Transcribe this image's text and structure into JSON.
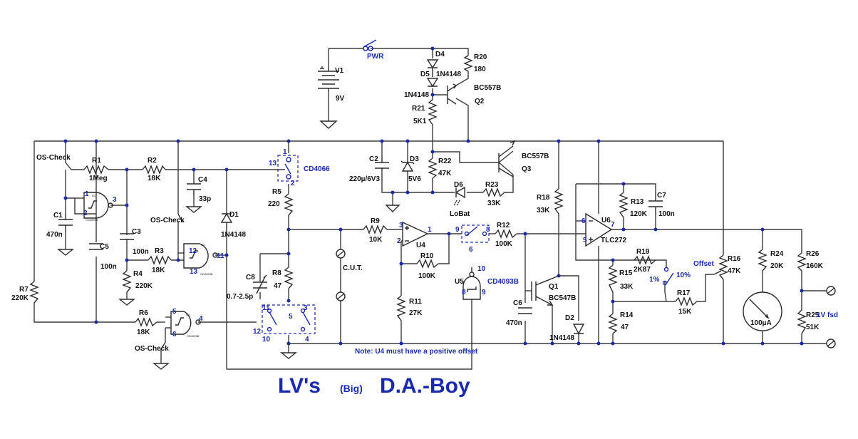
{
  "title": {
    "part1": "LV's",
    "part2": "(Big)",
    "part3": "D.A.-Boy"
  },
  "note": "Note: U4 must have a positive offset",
  "pwr": "PWR",
  "v1": {
    "ref": "V1",
    "val": "9V"
  },
  "d4": {
    "ref": "D4",
    "val": "1N4148"
  },
  "d5": {
    "ref": "D5",
    "val": "1N4148"
  },
  "r20": {
    "ref": "R20",
    "val": "180"
  },
  "q2": {
    "type": "BC557B",
    "ref": "Q2"
  },
  "r21": {
    "ref": "R21",
    "val": "5K1"
  },
  "c2": {
    "ref": "C2",
    "val": "220µ/6V3"
  },
  "d3": {
    "ref": "D3",
    "val": "5V6"
  },
  "r22": {
    "ref": "R22",
    "val": "47K"
  },
  "q3": {
    "type": "BC557B",
    "ref": "Q3"
  },
  "d6": {
    "ref": "D6",
    "label": "LoBat"
  },
  "r23": {
    "ref": "R23",
    "val": "33K"
  },
  "oscheck": "OS-Check",
  "r1": {
    "ref": "R1",
    "val": "1Meg"
  },
  "r2": {
    "ref": "R2",
    "val": "18K"
  },
  "c4": {
    "ref": "C4",
    "val": "33p"
  },
  "c1": {
    "ref": "C1",
    "val": "470n"
  },
  "c3": {
    "ref": "C3",
    "val": "100n"
  },
  "c5": {
    "ref": "C5",
    "val": "100n"
  },
  "r3": {
    "ref": "R3",
    "val": "18K"
  },
  "r4": {
    "ref": "R4",
    "val": "220K"
  },
  "r7": {
    "ref": "R7",
    "val": "220K"
  },
  "r6": {
    "ref": "R6",
    "val": "18K"
  },
  "d1": {
    "ref": "D1",
    "val": "1N4148"
  },
  "cd4066": "CD4066",
  "r5": {
    "ref": "R5",
    "val": "220"
  },
  "r8": {
    "ref": "R8",
    "val": "47"
  },
  "c8": {
    "ref": "C8",
    "val": "0.7-2.5p"
  },
  "r9": {
    "ref": "R9",
    "val": "10K"
  },
  "u4": "U4",
  "r10": {
    "ref": "R10",
    "val": "100K"
  },
  "r11": {
    "ref": "R11",
    "val": "27K"
  },
  "cut": "C.U.T.",
  "u5": {
    "ref": "U5",
    "val": "CD4093B"
  },
  "r12": {
    "ref": "R12",
    "val": "100K"
  },
  "c6": {
    "ref": "C6",
    "val": "470n"
  },
  "q1": {
    "ref": "Q1",
    "type": "BC547B"
  },
  "d2": {
    "ref": "D2",
    "val": "1N4148"
  },
  "r18": {
    "ref": "R18",
    "val": "33K"
  },
  "u6": {
    "ref": "U6",
    "val": "TLC272"
  },
  "r13": {
    "ref": "R13",
    "val": "120K"
  },
  "c7": {
    "ref": "C7",
    "val": "100n"
  },
  "r19": {
    "ref": "R19",
    "val": "2K87"
  },
  "sw": {
    "pct1": "1%",
    "pct10": "10%"
  },
  "r15": {
    "ref": "R15",
    "val": "33K"
  },
  "r17": {
    "ref": "R17",
    "val": "15K"
  },
  "r14": {
    "ref": "R14",
    "val": "47"
  },
  "offset": "Offset",
  "r16": {
    "ref": "R16",
    "val": "47K"
  },
  "r24": {
    "ref": "R24",
    "val": "20K"
  },
  "r26": {
    "ref": "R26",
    "val": "160K"
  },
  "r25": {
    "ref": "R25",
    "val": "51K"
  },
  "meter": "100µA",
  "fsd": "1V fsd",
  "chip": "CD4093B",
  "u1": "U1",
  "u2": "U2",
  "u3": "U3",
  "pins": {
    "p1": "1",
    "p2": "2",
    "p3": "3",
    "p4": "4",
    "p5": "5",
    "p6": "6",
    "p7": "7",
    "p8": "8",
    "p9": "9",
    "p10": "10",
    "p11": "11",
    "p12": "12",
    "p13": "13"
  }
}
